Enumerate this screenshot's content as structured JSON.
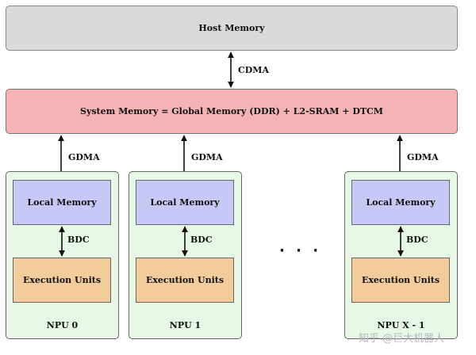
{
  "host_memory": "Host Memory",
  "system_memory": "System Memory = Global Memory (DDR) + L2-SRAM + DTCM",
  "cdma_label": "CDMA",
  "gdma_label": "GDMA",
  "npus": [
    {
      "local_memory": "Local Memory",
      "link": "BDC",
      "execution_units": "Execution Units",
      "name": "NPU 0"
    },
    {
      "local_memory": "Local Memory",
      "link": "BDC",
      "execution_units": "Execution Units",
      "name": "NPU 1"
    },
    {
      "local_memory": "Local Memory",
      "link": "BDC",
      "execution_units": "Execution Units",
      "name": "NPU X - 1"
    }
  ],
  "ellipsis": "· · ·",
  "watermark": "知乎 @巨大机器人"
}
